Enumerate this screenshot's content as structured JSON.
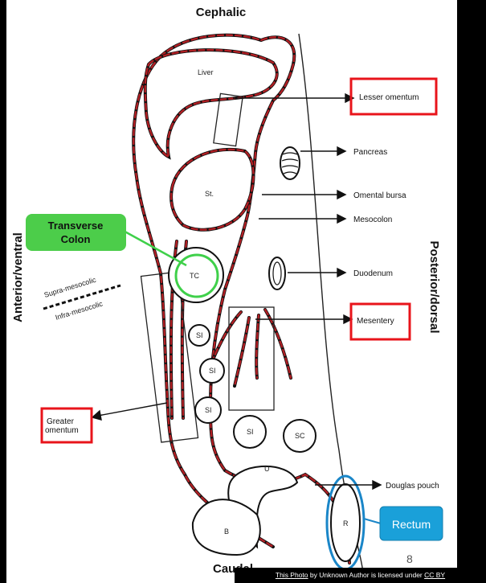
{
  "labels": {
    "cephalic": "Cephalic",
    "caudal": "Caudal",
    "anterior": "Anterior/ventral",
    "posterior": "Posterior/dorsal",
    "supra": "Supra-mesocolic",
    "infra": "Infra-mesocolic"
  },
  "organs": {
    "liver": "Liver",
    "stomach": "St.",
    "tc": "TC",
    "si": "SI",
    "sc": "SC",
    "u": "U",
    "b": "B",
    "r": "R"
  },
  "callouts": {
    "lesser_omentum": "Lesser omentum",
    "pancreas": "Pancreas",
    "omental_bursa": "Omental bursa",
    "mesocolon": "Mesocolon",
    "duodenum": "Duodenum",
    "mesentery": "Mesentery",
    "douglas_pouch": "Douglas pouch",
    "greater_omentum_1": "Greater",
    "greater_omentum_2": "omentum"
  },
  "badges": {
    "transverse_colon_1": "Transverse",
    "transverse_colon_2": "Colon",
    "rectum": "Rectum"
  },
  "colors": {
    "highlight_red": "#e8141b",
    "green_badge": "#4ccd4a",
    "green_ring": "#3fd04a",
    "blue_badge": "#1aa0d9",
    "blue_ring": "#1a86c8",
    "peritoneum": "#b21f24"
  },
  "page_number": "8",
  "credit": {
    "photo": "This Photo",
    "middle": " by Unknown Author is licensed under ",
    "license": "CC BY"
  }
}
